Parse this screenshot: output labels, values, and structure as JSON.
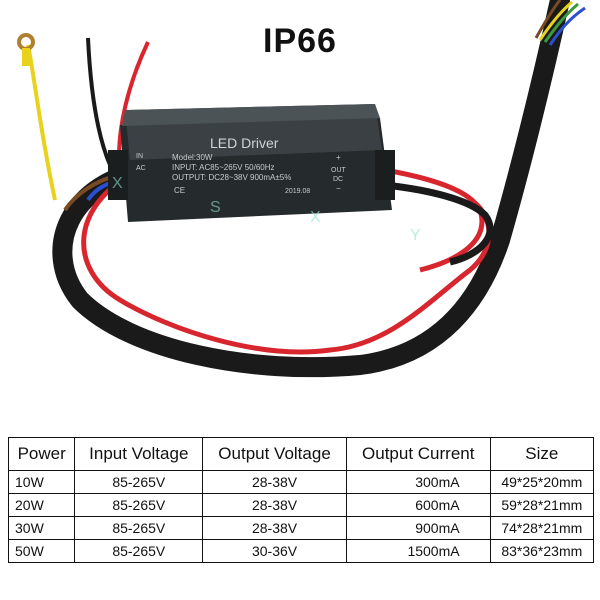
{
  "title": "IP66",
  "device": {
    "name": "LED Driver",
    "model": "Model:30W",
    "input": "INPUT: AC85~265V 50/60Hz",
    "output": "OUTPUT: DC28~38V 900mA±5%",
    "date": "2019.08",
    "in_label": "IN",
    "ac_label": "AC",
    "out_label": "OUT",
    "dc_label": "DC",
    "plus": "+",
    "minus": "−",
    "ce": "CE",
    "watermark": [
      "X",
      "S",
      "X",
      "Y"
    ]
  },
  "table": {
    "headers": [
      "Power",
      "Input Voltage",
      "Output Voltage",
      "Output Current",
      "Size"
    ],
    "rows": [
      [
        "10W",
        "85-265V",
        "28-38V",
        "300mA",
        "49*25*20mm"
      ],
      [
        "20W",
        "85-265V",
        "28-38V",
        "600mA",
        "59*28*21mm"
      ],
      [
        "30W",
        "85-265V",
        "28-38V",
        "900mA",
        "74*28*21mm"
      ],
      [
        "50W",
        "85-265V",
        "30-36V",
        "1500mA",
        "83*36*23mm"
      ]
    ]
  },
  "colors": {
    "body": "#2f3436",
    "cable": "#1a1a1a",
    "red": "#d8262e",
    "yellow": "#e8d21c",
    "blue": "#2a4fd0",
    "green": "#3c9a3c",
    "brown": "#7a4a22"
  }
}
